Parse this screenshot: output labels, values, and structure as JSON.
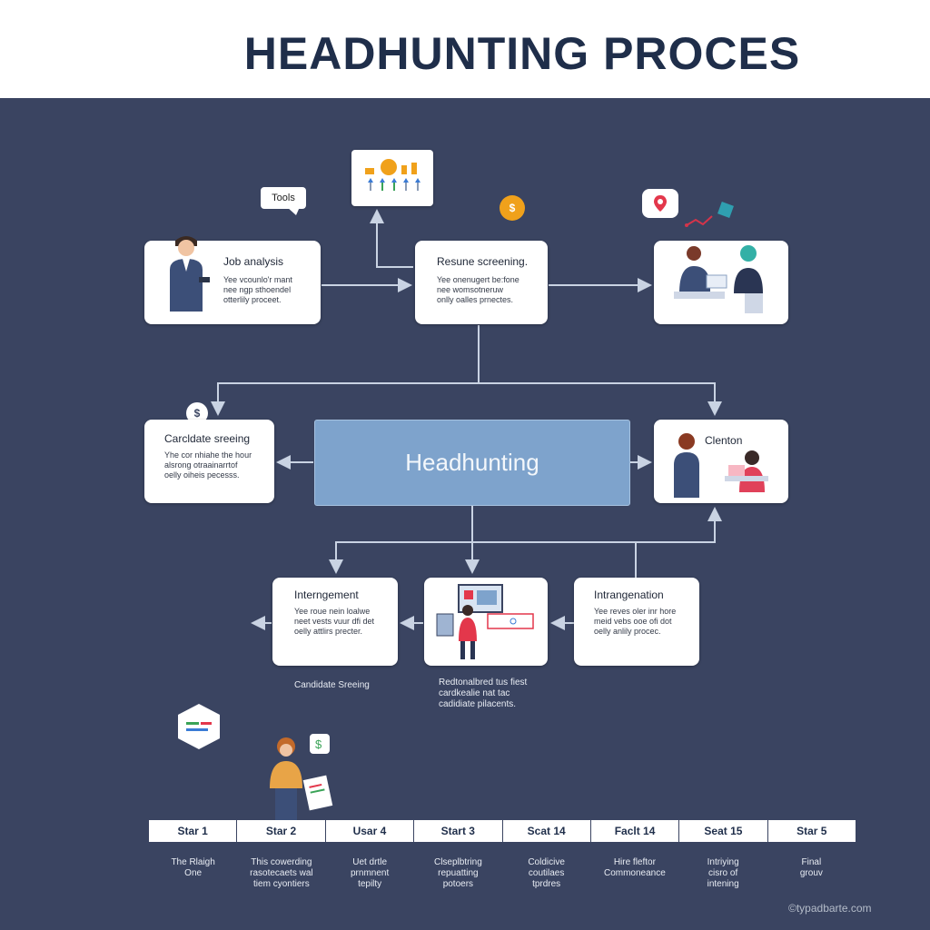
{
  "header": {
    "title": "HEADHUNTING PROCES"
  },
  "center": {
    "label": "Headhunting"
  },
  "callouts": {
    "tools": "Tools"
  },
  "icons": {
    "dollar": "$",
    "dollar_left": "$"
  },
  "cards": {
    "job_analysis": {
      "title": "Job analysis",
      "desc": "Yee vcounlo'r mant\nnee ngp sthoendel\notterlily proceet."
    },
    "resume_screening": {
      "title": "Resune screening.",
      "desc": "Yee onenugert be:fone\nnee womsotneruw\nonlly oalles prnectes."
    },
    "candidate_screening": {
      "title": "Carcldate sreeing",
      "desc": "Yhe cor nhiahe the hour\nalsrong otraainarrtof\noelly oiheis pecesss."
    },
    "clenton": {
      "title": "Clenton"
    },
    "interngement": {
      "title": "Interngement",
      "desc": "Yee roue nein loalwe\nneet vests vuur dfi det\noelly attlirs precter."
    },
    "intrangenation": {
      "title": "Intrangenation",
      "desc": "Yee reves oler inr hore\nmeid vebs ooe ofi dot\noelly anlily procec."
    }
  },
  "captions": {
    "candidate_sreeing": "Candidate Sreeing",
    "middle": "Redtonalbred tus fiest\ncardkealie nat tac\ncadidiate pilacents."
  },
  "stages": [
    {
      "label": "Star 1",
      "desc": "The Rlaigh\nOne"
    },
    {
      "label": "Star 2",
      "desc": "This cowerding\nrasotecaets wal\ntiem cyontiers"
    },
    {
      "label": "Usar 4",
      "desc": "Uet drtle\nprnmnent\ntepilty"
    },
    {
      "label": "Start 3",
      "desc": "Clseplbtring\nrepuatting\npotoers"
    },
    {
      "label": "Scat 14",
      "desc": "Coldicive\ncoutilaes\ntprdres"
    },
    {
      "label": "Faclt 14",
      "desc": "Hire fleftor\nCommoneance"
    },
    {
      "label": "Seat 15",
      "desc": "Intriying\ncisro of\nintening"
    },
    {
      "label": "Star 5",
      "desc": "Final\ngrouv"
    }
  ],
  "watermark": "©typadbarte.com",
  "colors": {
    "background": "#3a4461",
    "header_bg": "#ffffff",
    "title": "#1f2e4a",
    "center_box": "#7ea3cc",
    "connector": "#c9d3e3"
  }
}
